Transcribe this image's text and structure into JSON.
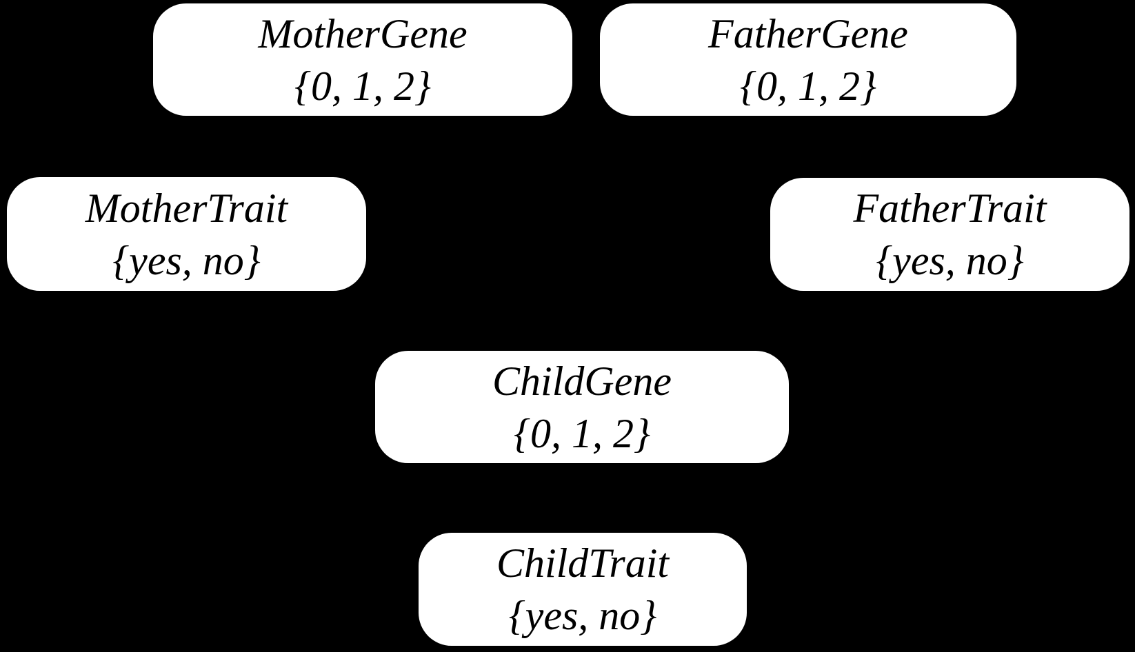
{
  "diagram": {
    "type": "bayesian-network",
    "colors": {
      "background": "#000000",
      "node_fill": "#ffffff",
      "node_text": "#000000"
    },
    "nodes": {
      "mother_gene": {
        "label": "MotherGene",
        "domain": "{0, 1, 2}"
      },
      "father_gene": {
        "label": "FatherGene",
        "domain": "{0, 1, 2}"
      },
      "mother_trait": {
        "label": "MotherTrait",
        "domain": "{yes, no}"
      },
      "father_trait": {
        "label": "FatherTrait",
        "domain": "{yes, no}"
      },
      "child_gene": {
        "label": "ChildGene",
        "domain": "{0, 1, 2}"
      },
      "child_trait": {
        "label": "ChildTrait",
        "domain": "{yes, no}"
      }
    }
  }
}
